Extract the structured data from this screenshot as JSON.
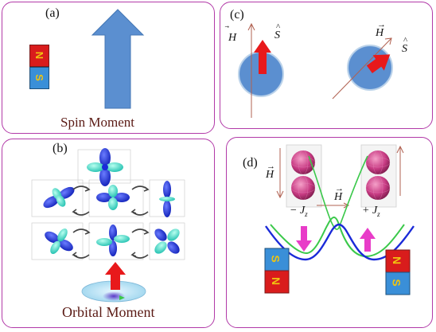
{
  "panels": {
    "a": {
      "label": "(a)",
      "caption": "Spin Moment",
      "magnet_north": "N",
      "magnet_south": "S"
    },
    "b": {
      "label": "(b)",
      "caption": "Orbital Moment"
    },
    "c": {
      "label": "(c)",
      "field_symbol": "H",
      "spin_symbol": "S"
    },
    "d": {
      "label": "(d)",
      "field_symbol": "H",
      "minus_jz": "− J",
      "plus_jz": "+ J",
      "jz_subscript": "z",
      "magnet_north": "N",
      "magnet_south": "S"
    }
  },
  "colors": {
    "panel_border": "#b23aa8",
    "arrow_blue": "#5b8fd0",
    "sphere_blue": "#5b8fd0",
    "red_arrow": "#e8191b",
    "magenta_arrow": "#e83cc8",
    "orbital_blue": "#1a2ad8",
    "orbital_cyan": "#35e0c8",
    "curve_blue": "#1a2ad8",
    "curve_green": "#3ac84a"
  },
  "icons": {
    "magnet": "bar-magnet-icon",
    "big_arrow": "up-arrow-icon",
    "orbital": "d-orbital-icon",
    "rotation": "curved-rotation-arrow-icon",
    "sphere": "magnetic-atom-sphere-icon"
  }
}
